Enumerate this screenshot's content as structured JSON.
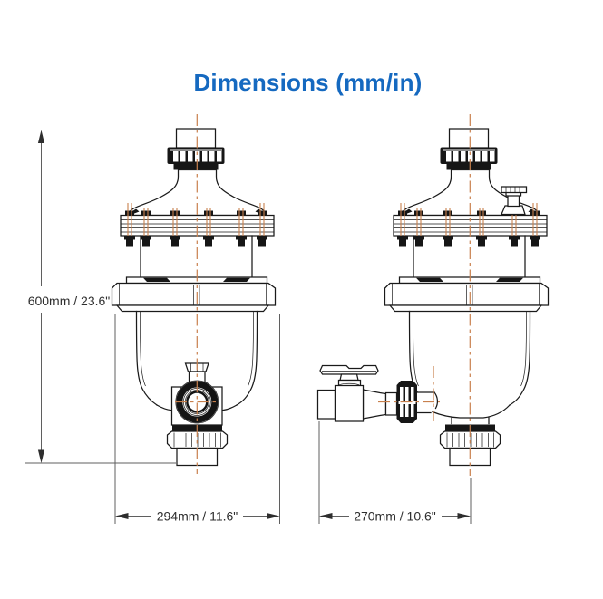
{
  "title": "Dimensions (mm/in)",
  "dimensions": {
    "height": "600mm / 23.6\"",
    "width_front": "294mm / 11.6\"",
    "width_side": "270mm / 10.6\""
  },
  "colors": {
    "title_blue": "#1569c0",
    "centerline_orange": "#c8804d",
    "drawing_line": "#1a1a1a",
    "dimension_line": "#5f5f5f"
  }
}
